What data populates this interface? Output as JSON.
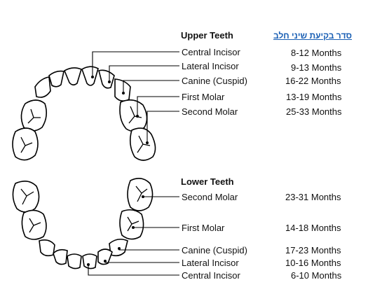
{
  "link": {
    "label": "סדר בקיעת שיני חלב"
  },
  "upper": {
    "heading": "Upper Teeth",
    "rows": [
      {
        "name": "Central Incisor",
        "age": "8-12 Months"
      },
      {
        "name": "Lateral Incisor",
        "age": "9-13 Months"
      },
      {
        "name": "Canine (Cuspid)",
        "age": "16-22 Months"
      },
      {
        "name": "First Molar",
        "age": "13-19 Months"
      },
      {
        "name": "Second Molar",
        "age": "25-33 Months"
      }
    ]
  },
  "lower": {
    "heading": "Lower Teeth",
    "rows": [
      {
        "name": "Second Molar",
        "age": "23-31 Months"
      },
      {
        "name": "First Molar",
        "age": "14-18 Months"
      },
      {
        "name": "Canine (Cuspid)",
        "age": "17-23 Months"
      },
      {
        "name": "Lateral Incisor",
        "age": "10-16 Months"
      },
      {
        "name": "Central Incisor",
        "age": "6-10 Months"
      }
    ]
  }
}
